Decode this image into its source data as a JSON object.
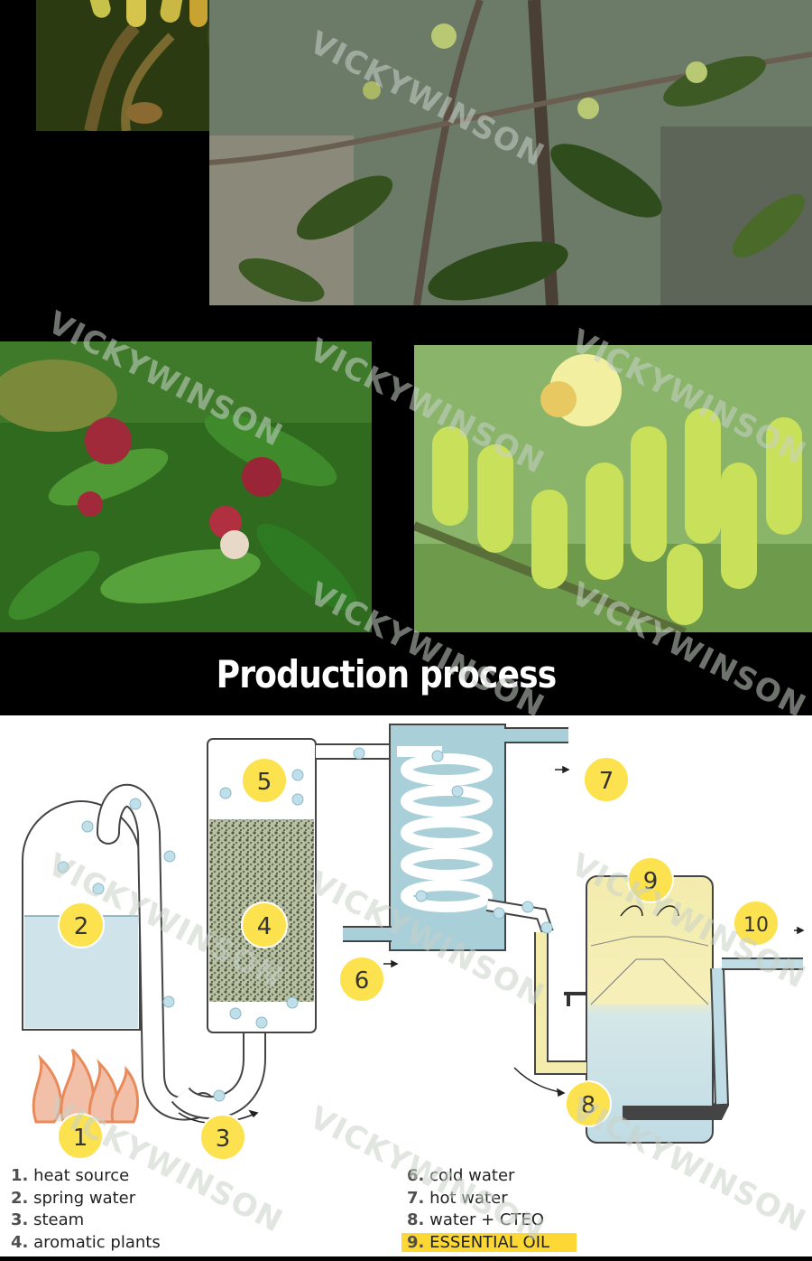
{
  "title": "Production process",
  "watermark": "VICKYWINSON",
  "photos": [
    {
      "subject": "clove buds close-up",
      "palette": [
        "#2e3d12",
        "#c8a332"
      ]
    },
    {
      "subject": "clove tree branches",
      "palette": [
        "#5a6a50",
        "#3e5a24"
      ]
    },
    {
      "subject": "clove tree with red flower buds",
      "palette": [
        "#2f6a1f",
        "#a02a3a"
      ]
    },
    {
      "subject": "green clove buds cluster",
      "palette": [
        "#8ab46a",
        "#c9e05a"
      ]
    }
  ],
  "steps": [
    {
      "n": "1",
      "label": "heat source"
    },
    {
      "n": "2",
      "label": "spring water"
    },
    {
      "n": "3",
      "label": "steam"
    },
    {
      "n": "4",
      "label": "aromatic plants"
    },
    {
      "n": "6",
      "label": "cold water"
    },
    {
      "n": "7",
      "label": "hot water"
    },
    {
      "n": "8",
      "label": "water + CTEO"
    },
    {
      "n": "9",
      "label": "ESSENTIAL OIL"
    },
    {
      "n": "5",
      "label": ""
    },
    {
      "n": "10",
      "label": ""
    }
  ],
  "colors": {
    "badge": "#fde24f",
    "water": "#bfdbe3",
    "oil": "#f3ecad",
    "highlight": "#fdd835",
    "flame": "#e88a5a"
  }
}
